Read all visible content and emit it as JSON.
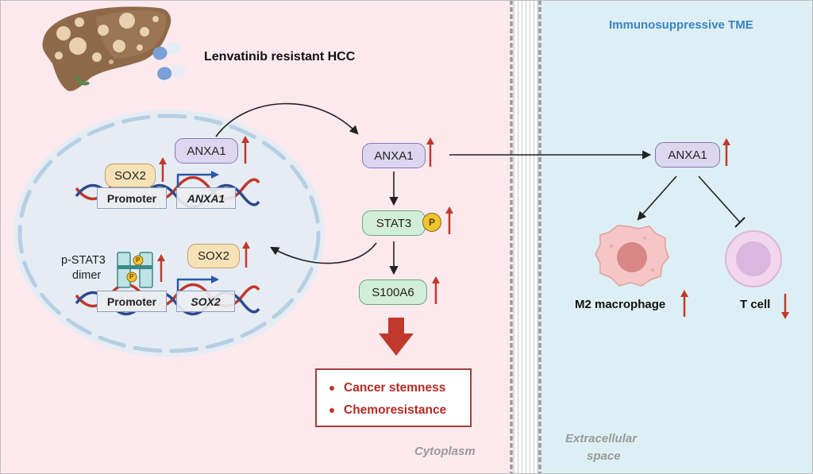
{
  "title": "Lenvatinib resistant HCC",
  "tme_label": "Immunosuppressive TME",
  "cytoplasm_label": "Cytoplasm",
  "extracellular_label": [
    "Extracellular",
    "space"
  ],
  "nucleus": {
    "anxa1_label": "ANXA1",
    "sox2_label": "SOX2",
    "promoter1_label": "Promoter",
    "gene1_label": "ANXA1",
    "pstat3_label": [
      "p-STAT3",
      "dimer"
    ],
    "sox2_product_label": "SOX2",
    "promoter2_label": "Promoter",
    "gene2_label": "SOX2",
    "phospho_symbol": "P"
  },
  "cytoplasm": {
    "anxa1_label": "ANXA1",
    "stat3_label": "STAT3",
    "phospho_symbol": "P",
    "s100a6_label": "S100A6",
    "outcomes": [
      "Cancer stemness",
      "Chemoresistance"
    ]
  },
  "extracellular": {
    "anxa1_label": "ANXA1",
    "m2_label": "M2 macrophage",
    "tcell_label": "T cell"
  },
  "colors": {
    "cytoplasm_bg": "#fce9ee",
    "tme_bg": "#ddeff4",
    "up_arrow": "#c0392b",
    "title_blue": "#3b82c4",
    "outcome_red": "#b32b24"
  }
}
